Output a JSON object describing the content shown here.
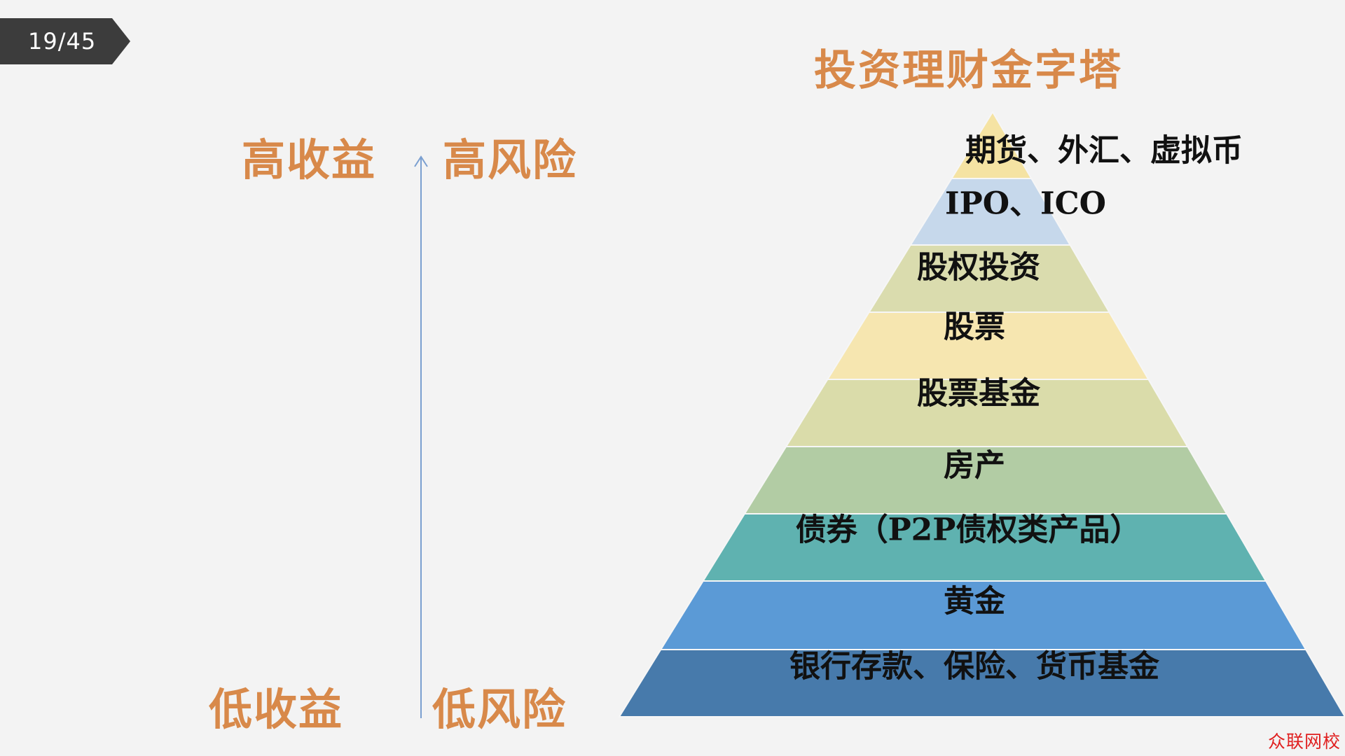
{
  "slide": {
    "page_indicator": "19/45",
    "title": "投资理财金字塔"
  },
  "scale": {
    "high_return": "高收益",
    "high_risk": "高风险",
    "low_return": "低收益",
    "low_risk": "低风险"
  },
  "pyramid": {
    "tiers": [
      {
        "label": "期货、外汇、虚拟币",
        "color": "#f5e3a3"
      },
      {
        "label": "IPO、ICO",
        "color": "#c6d8eb"
      },
      {
        "label": "股权投资",
        "color": "#dadcae"
      },
      {
        "label": "股票",
        "color": "#f6e6b0"
      },
      {
        "label": "股票基金",
        "color": "#dadcaa"
      },
      {
        "label": "房产",
        "color": "#b2cca4"
      },
      {
        "label": "债券（P2P债权类产品）",
        "color": "#5fb2b0"
      },
      {
        "label": "黄金",
        "color": "#5b9ad6"
      },
      {
        "label": "银行存款、保险、货币基金",
        "color": "#477aab"
      }
    ]
  },
  "watermark": "众联网校"
}
